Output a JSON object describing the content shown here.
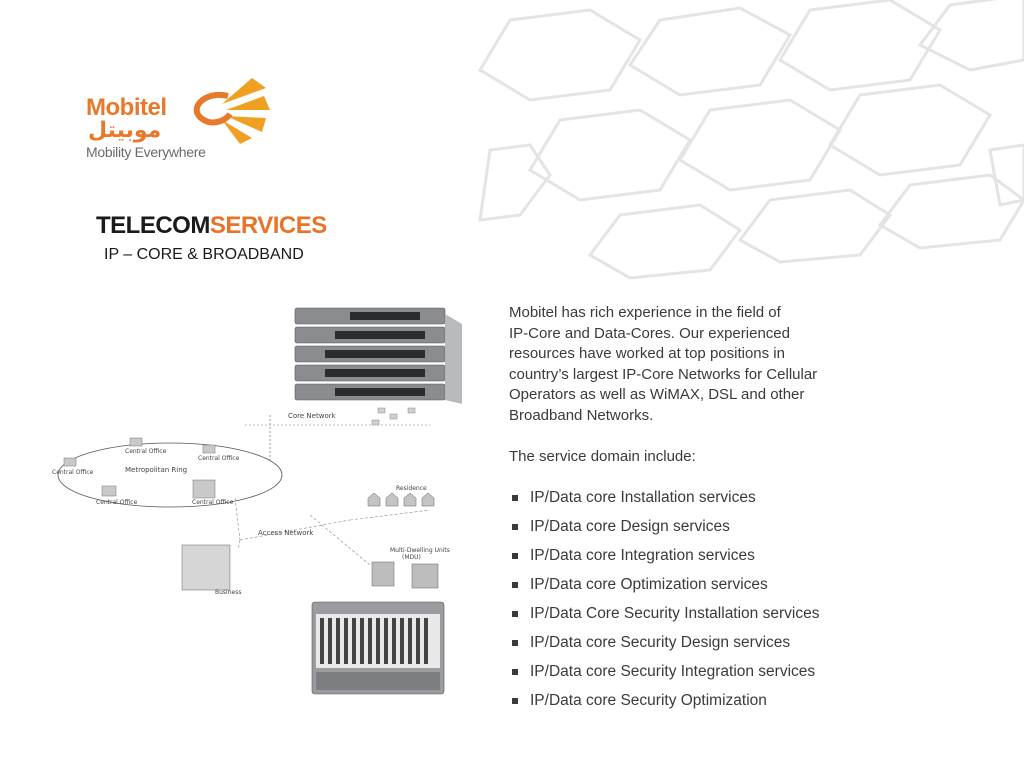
{
  "brand": {
    "name": "Mobitel",
    "name_arabic": "موبيتل",
    "tagline": "Mobility Everywhere",
    "color": "#e8782a"
  },
  "heading": {
    "title_part1": "TELECOM",
    "title_part2": "SERVICES",
    "subtitle": "IP – CORE & BROADBAND",
    "accent_color": "#e8742a"
  },
  "diagram": {
    "labels": {
      "core_network": "Core Network",
      "metropolitan_ring": "Metropolitan Ring",
      "access_network": "Access Network",
      "central_office": "Central Office",
      "residence": "Residence",
      "mdu_line1": "Multi-Dwelling Units",
      "mdu_line2": "(MDU)",
      "business": "Business"
    }
  },
  "content": {
    "paragraph_lines": [
      "Mobitel  has rich experience in the field of",
      "IP-Core and Data-Cores. Our experienced",
      "resources have worked at top positions in",
      "country’s largest IP-Core Networks for Cellular",
      "Operators as well as WiMAX, DSL and other",
      "Broadband Networks."
    ],
    "services_intro": "The service domain include:",
    "services": [
      "IP/Data core Installation services",
      "IP/Data core Design services",
      "IP/Data core Integration services",
      "IP/Data core Optimization services",
      "IP/Data Core Security Installation services",
      "IP/Data core Security Design services",
      "IP/Data core Security Integration services",
      "IP/Data core Security Optimization"
    ]
  }
}
